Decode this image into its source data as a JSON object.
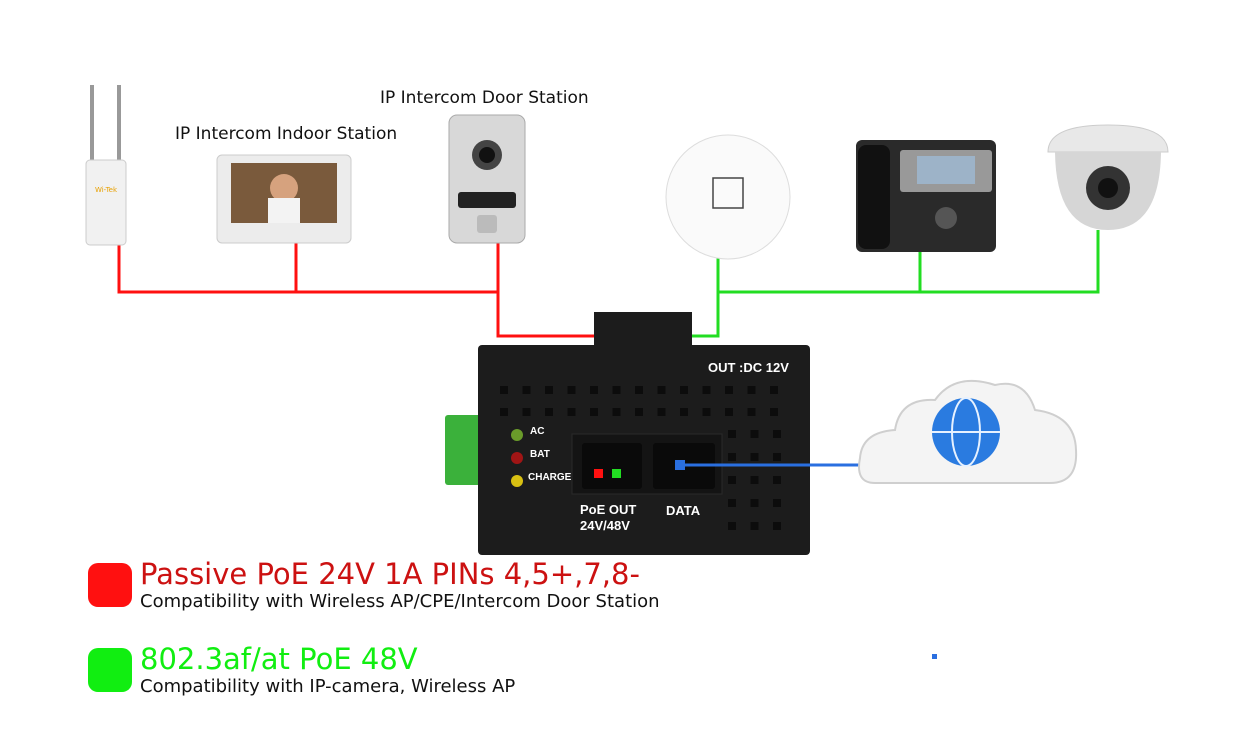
{
  "labels": {
    "indoor_station": "IP Intercom Indoor Station",
    "door_station": "IP Intercom Door Station"
  },
  "device": {
    "out_dc": "OUT :DC 12V",
    "leds": [
      "AC",
      "BAT",
      "CHARGE"
    ],
    "poe_port_line1": "PoE OUT",
    "poe_port_line2": "24V/48V",
    "data_port": "DATA"
  },
  "legend": [
    {
      "title": "Passive PoE 24V 1A PINs 4,5+,7,8-",
      "subtitle": "Compatibility with Wireless AP/CPE/Intercom Door Station",
      "color": "#ff1010",
      "text_color": "#cc1111"
    },
    {
      "title": "802.3af/at PoE 48V",
      "subtitle": "Compatibility with IP-camera, Wireless AP",
      "color": "#11ee11",
      "text_color": "#11ee11"
    }
  ],
  "colors": {
    "passive": "#ff1010",
    "af_at": "#22dd22",
    "data": "#2a6fe0",
    "device": "#1c1c1c"
  }
}
